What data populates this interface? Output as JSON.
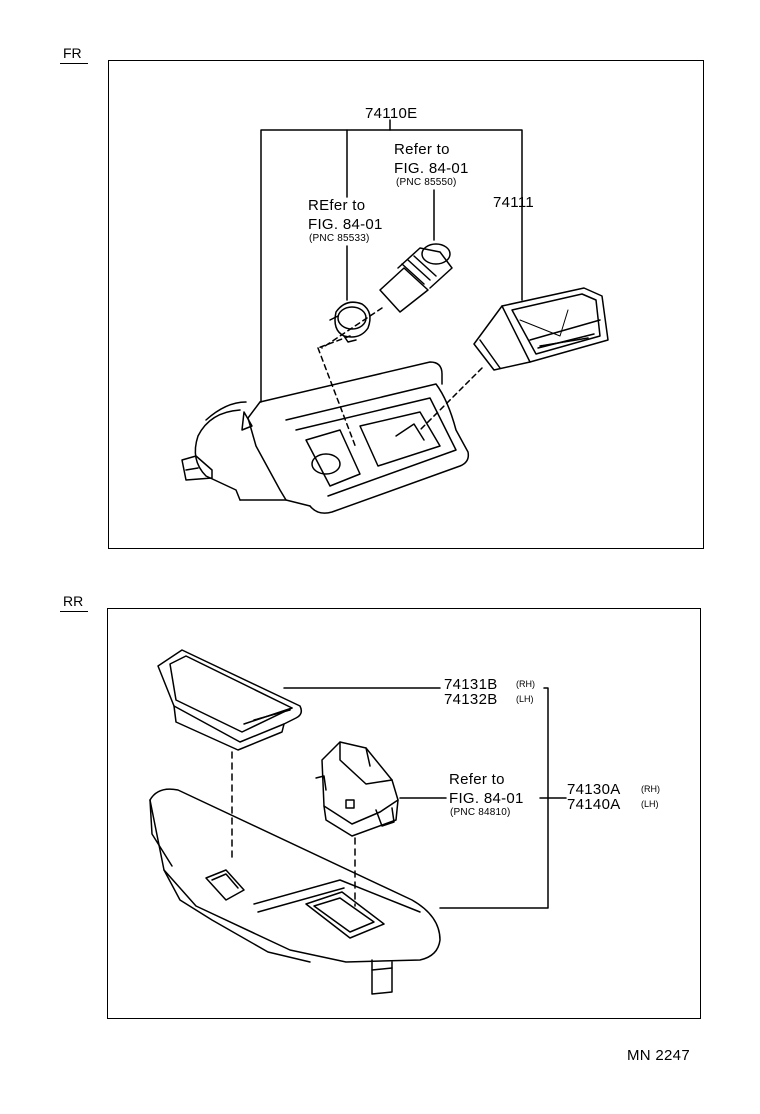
{
  "sections": {
    "front": {
      "label": "FR"
    },
    "rear": {
      "label": "RR"
    }
  },
  "front": {
    "part_main": "74110E",
    "part_tray": "74111",
    "ref_lighter": {
      "title": "Refer to",
      "fig": "FIG. 84-01",
      "pnc": "(PNC 85550)"
    },
    "ref_socket": {
      "title": "REfer to",
      "fig": "FIG. 84-01",
      "pnc": "(PNC 85533)"
    }
  },
  "rear": {
    "part_tray_rh": "74131B",
    "part_tray_rh_tag": "(RH)",
    "part_tray_lh": "74132B",
    "part_tray_lh_tag": "(LH)",
    "ref_switch": {
      "title": "Refer to",
      "fig": "FIG. 84-01",
      "pnc": "(PNC 84810)"
    },
    "part_assy_rh": "74130A",
    "part_assy_rh_tag": "(RH)",
    "part_assy_lh": "74140A",
    "part_assy_lh_tag": "(LH)"
  },
  "footer": {
    "code": "MN 2247"
  }
}
